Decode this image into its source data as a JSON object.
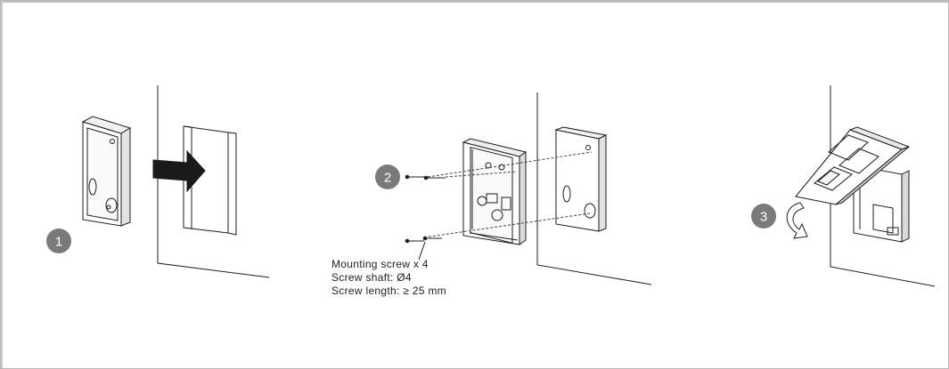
{
  "steps": [
    {
      "number": "1"
    },
    {
      "number": "2"
    },
    {
      "number": "3"
    }
  ],
  "screw_spec": {
    "line1": "Mounting screw x 4",
    "line2": "Screw shaft: Ø4",
    "line3": "Screw length: ≥ 25 mm"
  },
  "colors": {
    "badge": "#7a7a7a",
    "line": "#1e1e1e",
    "arrow": "#1a1a1a",
    "frame": "#b7b7b7"
  },
  "icons": [
    "insert-arrow-icon",
    "screw-icon",
    "rotate-arrow-icon"
  ]
}
